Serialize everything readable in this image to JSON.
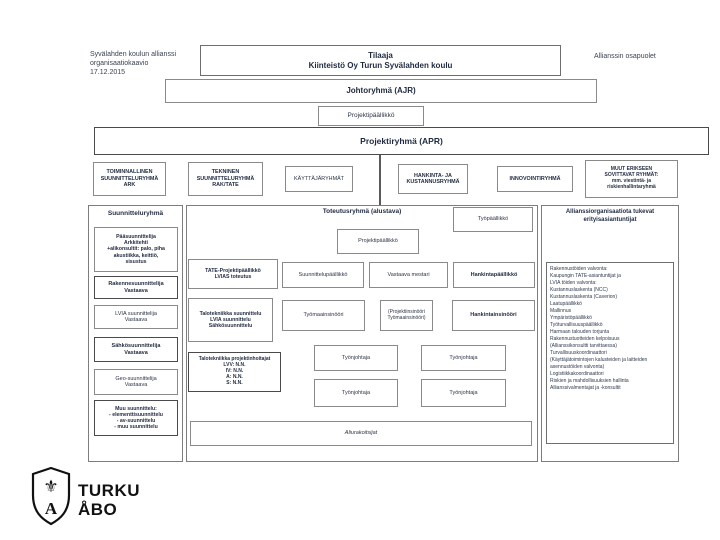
{
  "note": [
    "Syvälahden koulun allianssi",
    "organisaatiokaavio",
    "17.12.2015"
  ],
  "alliance_parties_label": "Allianssin osapuolet",
  "top": {
    "tilaaja": [
      "Tilaaja",
      "Kiinteistö Oy Turun Syvälahden koulu"
    ],
    "johtoryhma": "Johtoryhmä  (AJR)",
    "projektipaallikko": "Projektipäällikkö",
    "projektiryhma": "Projektiryhmä (APR)"
  },
  "groups": [
    [
      "TOIMINNALLINEN",
      "SUUNNITTELURYHMÄ",
      "ARK"
    ],
    [
      "TEKNINEN",
      "SUUNNITTELURYHMÄ",
      "RAK/TATE"
    ],
    [
      "KÄYTTÄJÄRYHMÄT"
    ],
    [
      "HANKINTA- JA",
      "KUSTANNUSRYHMÄ"
    ],
    [
      "INNOVOINTIRYHMÄ"
    ],
    [
      "MUUT ERIKSEEN",
      "SOVITTAVAT RYHMÄT:",
      "mm. viestintä- ja",
      "riskienhallintaryhmä"
    ]
  ],
  "suunnittelu": {
    "title": "Suunnitteluryhmä",
    "boxes": [
      [
        "Pääsuunnittelija",
        "Arkkitehti",
        "+alikonsultit: palo, piha",
        "akustiikka, keittiö,",
        "sisustus"
      ],
      [
        "Rakennesuunnittelija",
        "Vastaava"
      ],
      [
        "LVIA suunnittelija",
        "Vastaava"
      ],
      [
        "Sähkösuunnittelija",
        "Vastaava"
      ],
      [
        "Geo-suunnittelija",
        "Vastaava"
      ],
      [
        "Muu suunnittelu:",
        "- elementtisuunnittelu",
        "- av-suunnittelu",
        "- muu suunnittelu"
      ]
    ]
  },
  "toteutus": {
    "title": "Toteutusryhmä (alustava)",
    "tyopaallikko": "Työpäällikkö",
    "projektipaallikko": "Projektipäällikkö",
    "row1": [
      [
        "TATE-Projektipäällikkö",
        "LVIAS toteutus"
      ],
      [
        "Suunnittelupäällikkö"
      ],
      [
        "Vastaava mestari"
      ],
      [
        "Hankintapäällikkö"
      ]
    ],
    "row2": [
      [
        "Talotekniikka suunnittelu",
        "LVIA suunnittelu",
        "Sähkösuunnittelu"
      ],
      [
        "Työmaainsinööri"
      ],
      [
        "(Projektiinsinööri",
        "Työmaainsinööri)"
      ],
      [
        "Hankintainsinööri"
      ]
    ],
    "tate_hoitajat": [
      "Talotekniikka projektinhoitajat",
      "LVV: N.N.",
      "IV: N.N.",
      "A: N.N.",
      "S: N.N."
    ],
    "tyonjohtaja": "Työnjohtaja",
    "aliurakoitsijat": "Aliurakoitsijat"
  },
  "asiantuntijat": {
    "title": [
      "Allianssiorganisaatiota tukevat",
      "erityisasiantuntijat"
    ],
    "items": [
      "Rakennustöiden valvonta:",
      "Kaupungin TATE-asiantuntijat ja",
      "LVIA töiden valvonta:",
      "Kustannuslaskenta (NCC)",
      "Kustannuslaskenta (Caverion)",
      "Laatupäällikkö",
      "Mallinnus",
      "Ympäristöpäällikkö",
      "Työturvallisuuspäällikkö",
      "Harmaan talouden torjunta",
      "Rakennustuotteiden kelpoisuus",
      "(Allianssikonsultti tarvittaessa)",
      "Turvallisuuskoordinaattori",
      "(Käyttäjätoimintojen kalusteiden ja laitteiden",
      "asennustöiden valvonta)",
      "Logistiikkakoordinaattori",
      "Riskien ja mahdollisuuksien hallinta",
      "Allianssivalmentajat ja -konsultit"
    ]
  },
  "logo": {
    "line1": "TURKU",
    "line2": "ÅBO"
  },
  "colors": {
    "text": "#2b3446",
    "border": "#8a8a8a",
    "accent_border": "#4a4a4a"
  }
}
